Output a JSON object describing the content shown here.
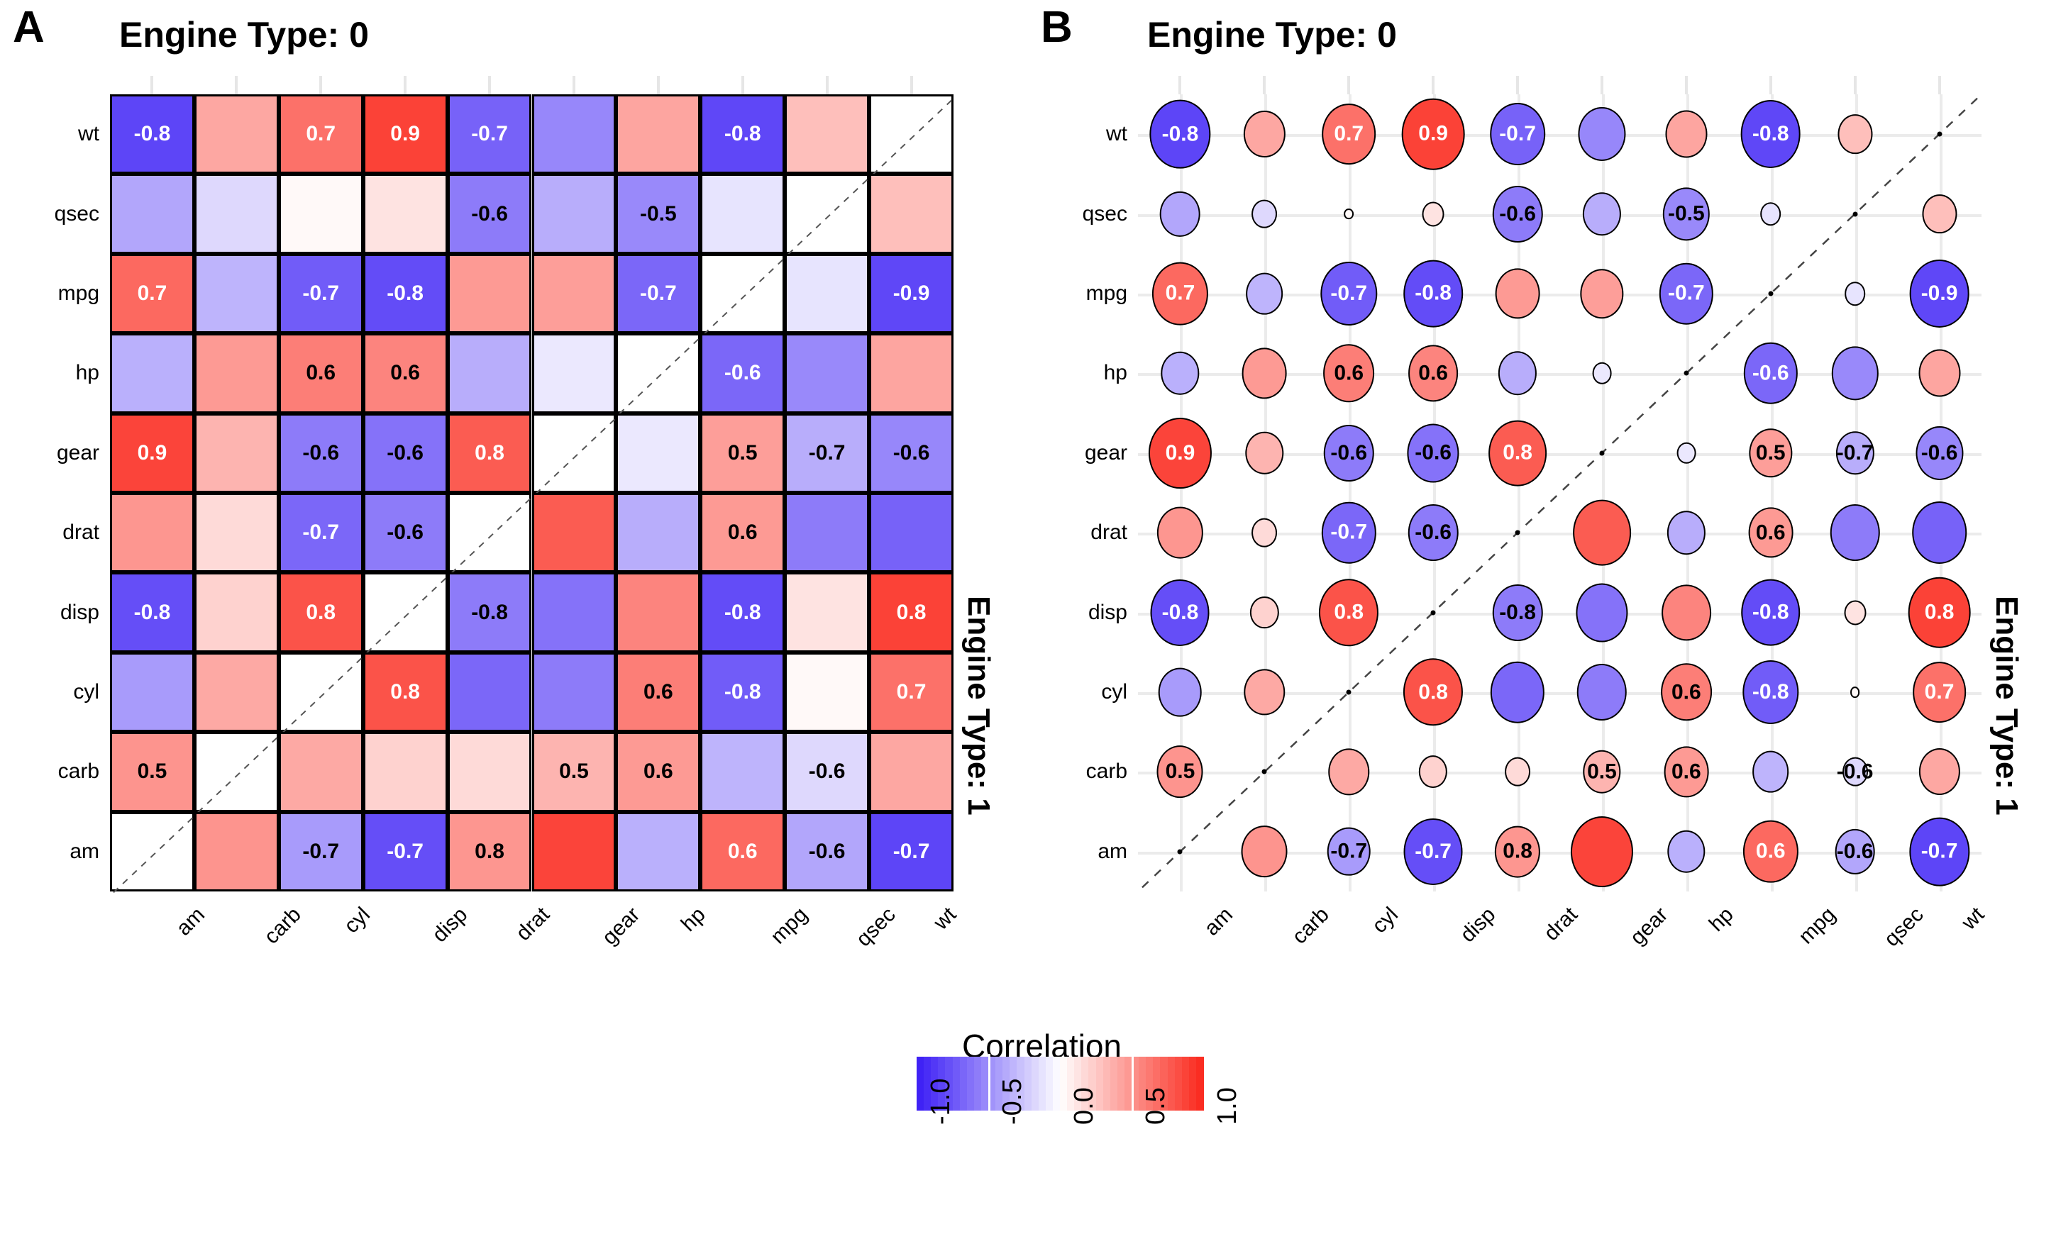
{
  "panels": [
    {
      "letter": "A",
      "title": "Engine Type: 0",
      "strip": "Engine Type: 1",
      "style": "heatmap"
    },
    {
      "letter": "B",
      "title": "Engine Type: 0",
      "strip": "Engine Type: 1",
      "style": "ellipse"
    }
  ],
  "legend": {
    "title": "Correlation",
    "ticks": [
      "-1.0",
      "-0.5",
      "0.0",
      "0.5",
      "1.0"
    ],
    "low_color": "#2020ff",
    "mid_color": "#ffffff",
    "high_color": "#ff2020"
  },
  "axes": {
    "x_labels": [
      "am",
      "carb",
      "cyl",
      "disp",
      "drat",
      "gear",
      "hp",
      "mpg",
      "qsec",
      "wt"
    ],
    "y_labels": [
      "wt",
      "qsec",
      "mpg",
      "hp",
      "gear",
      "drat",
      "disp",
      "cyl",
      "carb",
      "am"
    ]
  },
  "chart_data": {
    "type": "heatmap",
    "title": "Engine Type: 0",
    "xlabel": "",
    "ylabel": "",
    "legend_title": "Correlation",
    "zlim": [
      -1.0,
      1.0
    ],
    "grid": true,
    "legend_position": "bottom",
    "columns": [
      "am",
      "carb",
      "cyl",
      "disp",
      "drat",
      "gear",
      "hp",
      "mpg",
      "qsec",
      "wt"
    ],
    "rows": [
      "wt",
      "qsec",
      "mpg",
      "hp",
      "gear",
      "drat",
      "disp",
      "cyl",
      "carb",
      "am"
    ],
    "values": [
      [
        -0.82,
        0.41,
        0.66,
        0.88,
        -0.69,
        -0.53,
        0.42,
        -0.81,
        0.3,
        null
      ],
      [
        -0.39,
        -0.17,
        0.03,
        0.13,
        -0.58,
        -0.36,
        -0.52,
        -0.12,
        null,
        0.3
      ],
      [
        0.7,
        -0.33,
        -0.72,
        -0.79,
        0.47,
        0.45,
        -0.67,
        null,
        -0.12,
        -0.81
      ],
      [
        -0.35,
        0.47,
        0.6,
        0.57,
        -0.36,
        -0.1,
        null,
        -0.67,
        -0.52,
        0.42
      ],
      [
        0.87,
        0.35,
        -0.58,
        -0.62,
        0.76,
        null,
        -0.1,
        0.45,
        -0.36,
        -0.53
      ],
      [
        0.49,
        0.17,
        -0.67,
        -0.58,
        null,
        0.76,
        -0.36,
        0.47,
        -0.58,
        -0.69
      ],
      [
        -0.78,
        0.21,
        0.8,
        null,
        -0.58,
        -0.62,
        0.57,
        -0.79,
        0.13,
        0.88
      ],
      [
        -0.44,
        0.4,
        null,
        0.8,
        -0.67,
        -0.58,
        0.6,
        -0.72,
        0.03,
        0.66
      ],
      [
        0.5,
        null,
        0.4,
        0.21,
        0.17,
        0.35,
        0.47,
        -0.33,
        -0.17,
        0.41
      ],
      [
        null,
        0.5,
        -0.44,
        -0.78,
        0.49,
        0.87,
        -0.35,
        0.7,
        -0.39,
        -0.82
      ]
    ],
    "labels": [
      [
        "-0.8",
        "",
        "0.7",
        "0.9",
        "-0.7",
        "",
        "",
        "-0.8",
        "",
        ""
      ],
      [
        "",
        "",
        "",
        "",
        "-0.6",
        "",
        "-0.5",
        "",
        "",
        ""
      ],
      [
        "0.7",
        "",
        "-0.7",
        "-0.8",
        "",
        "",
        "-0.7",
        "",
        "",
        "-0.9"
      ],
      [
        "",
        "",
        "0.6",
        "0.6",
        "",
        "",
        "",
        "-0.6",
        "",
        ""
      ],
      [
        "0.9",
        "",
        "-0.6",
        "-0.6",
        "0.8",
        "",
        "",
        "0.5",
        "-0.7",
        "-0.6"
      ],
      [
        "",
        "",
        "-0.7",
        "-0.6",
        "",
        "",
        "",
        "0.6",
        "",
        ""
      ],
      [
        "-0.8",
        "",
        "0.8",
        "",
        "-0.8",
        "",
        "",
        "-0.8",
        "",
        "0.8"
      ],
      [
        "",
        "",
        "",
        "0.8",
        "",
        "",
        "0.6",
        "-0.8",
        "",
        "0.7"
      ],
      [
        "0.5",
        "",
        "",
        "",
        "",
        "0.5",
        "0.6",
        "",
        "-0.6",
        ""
      ],
      [
        "",
        "",
        "-0.7",
        "-0.7",
        "0.8",
        "",
        "",
        "0.6",
        "-0.6",
        "-0.7"
      ]
    ],
    "note": "Symmetric correlation matrix of mtcars variables; row order is the reverse of column order so the identity runs along the anti-diagonal (shown as a dashed line / empty tiles)."
  }
}
